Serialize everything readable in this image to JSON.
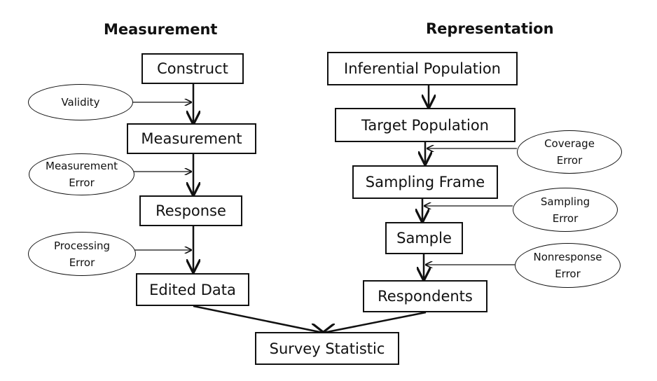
{
  "headings": {
    "measurement": "Measurement",
    "representation": "Representation"
  },
  "measurement_side": {
    "boxes": [
      "Construct",
      "Measurement",
      "Response",
      "Edited Data"
    ],
    "errors": [
      "Validity",
      "Measurement Error",
      "Processing Error"
    ]
  },
  "representation_side": {
    "boxes": [
      "Inferential Population",
      "Target Population",
      "Sampling Frame",
      "Sample",
      "Respondents"
    ],
    "errors": [
      "Coverage Error",
      "Sampling Error",
      "Nonresponse Error"
    ]
  },
  "result": "Survey Statistic",
  "colors": {
    "stroke": "#111111",
    "background": "#ffffff"
  }
}
